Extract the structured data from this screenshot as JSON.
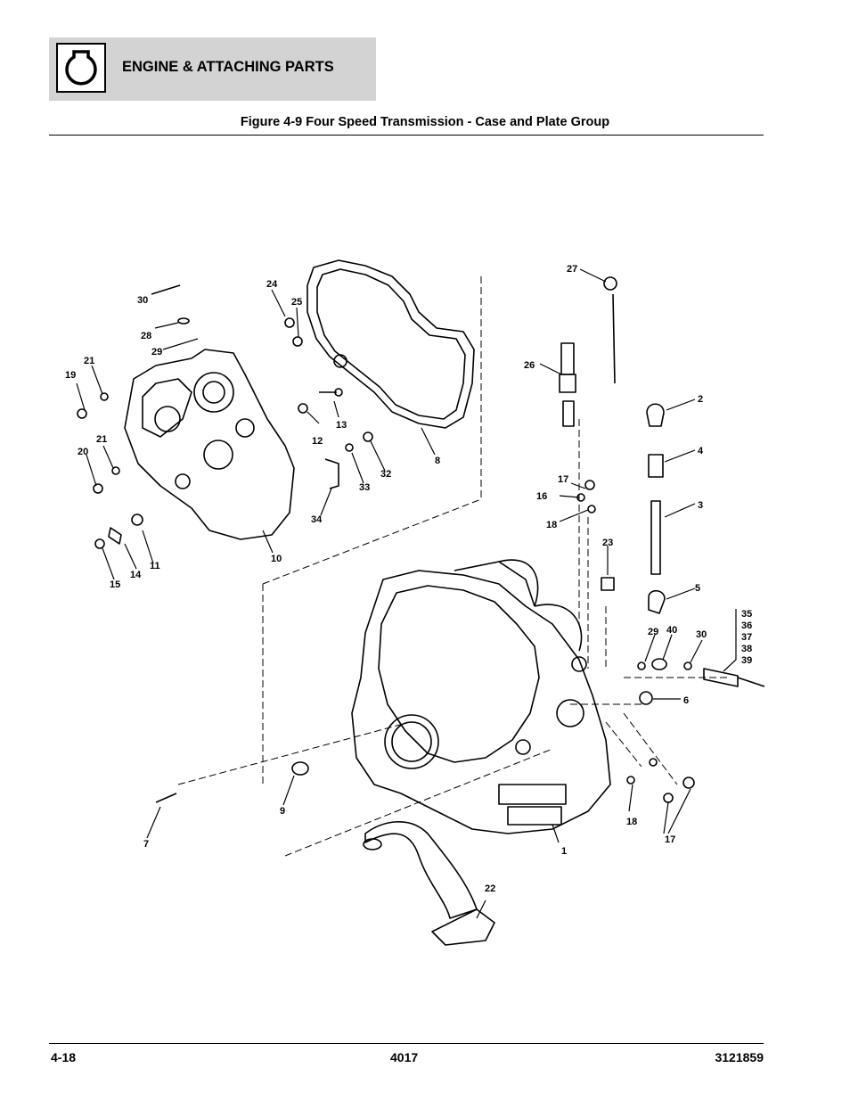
{
  "header": {
    "section_title": "ENGINE & ATTACHING PARTS"
  },
  "figure": {
    "title": "Figure 4-9 Four Speed Transmission - Case and Plate Group"
  },
  "callouts": {
    "c1": "1",
    "c2": "2",
    "c3": "3",
    "c4": "4",
    "c5": "5",
    "c6": "6",
    "c7": "7",
    "c8": "8",
    "c9": "9",
    "c10": "10",
    "c11": "11",
    "c12": "12",
    "c13": "13",
    "c14": "14",
    "c15": "15",
    "c16": "16",
    "c17a": "17",
    "c17b": "17",
    "c18a": "18",
    "c18b": "18",
    "c19": "19",
    "c20": "20",
    "c21a": "21",
    "c21b": "21",
    "c22": "22",
    "c23": "23",
    "c24": "24",
    "c25": "25",
    "c26": "26",
    "c27": "27",
    "c28": "28",
    "c29a": "29",
    "c29b": "29",
    "c30a": "30",
    "c30b": "30",
    "c32": "32",
    "c33": "33",
    "c34": "34",
    "c35": "35",
    "c36": "36",
    "c37": "37",
    "c38": "38",
    "c39": "39",
    "c40": "40"
  },
  "footer": {
    "page": "4-18",
    "model": "4017",
    "doc_number": "3121859"
  }
}
